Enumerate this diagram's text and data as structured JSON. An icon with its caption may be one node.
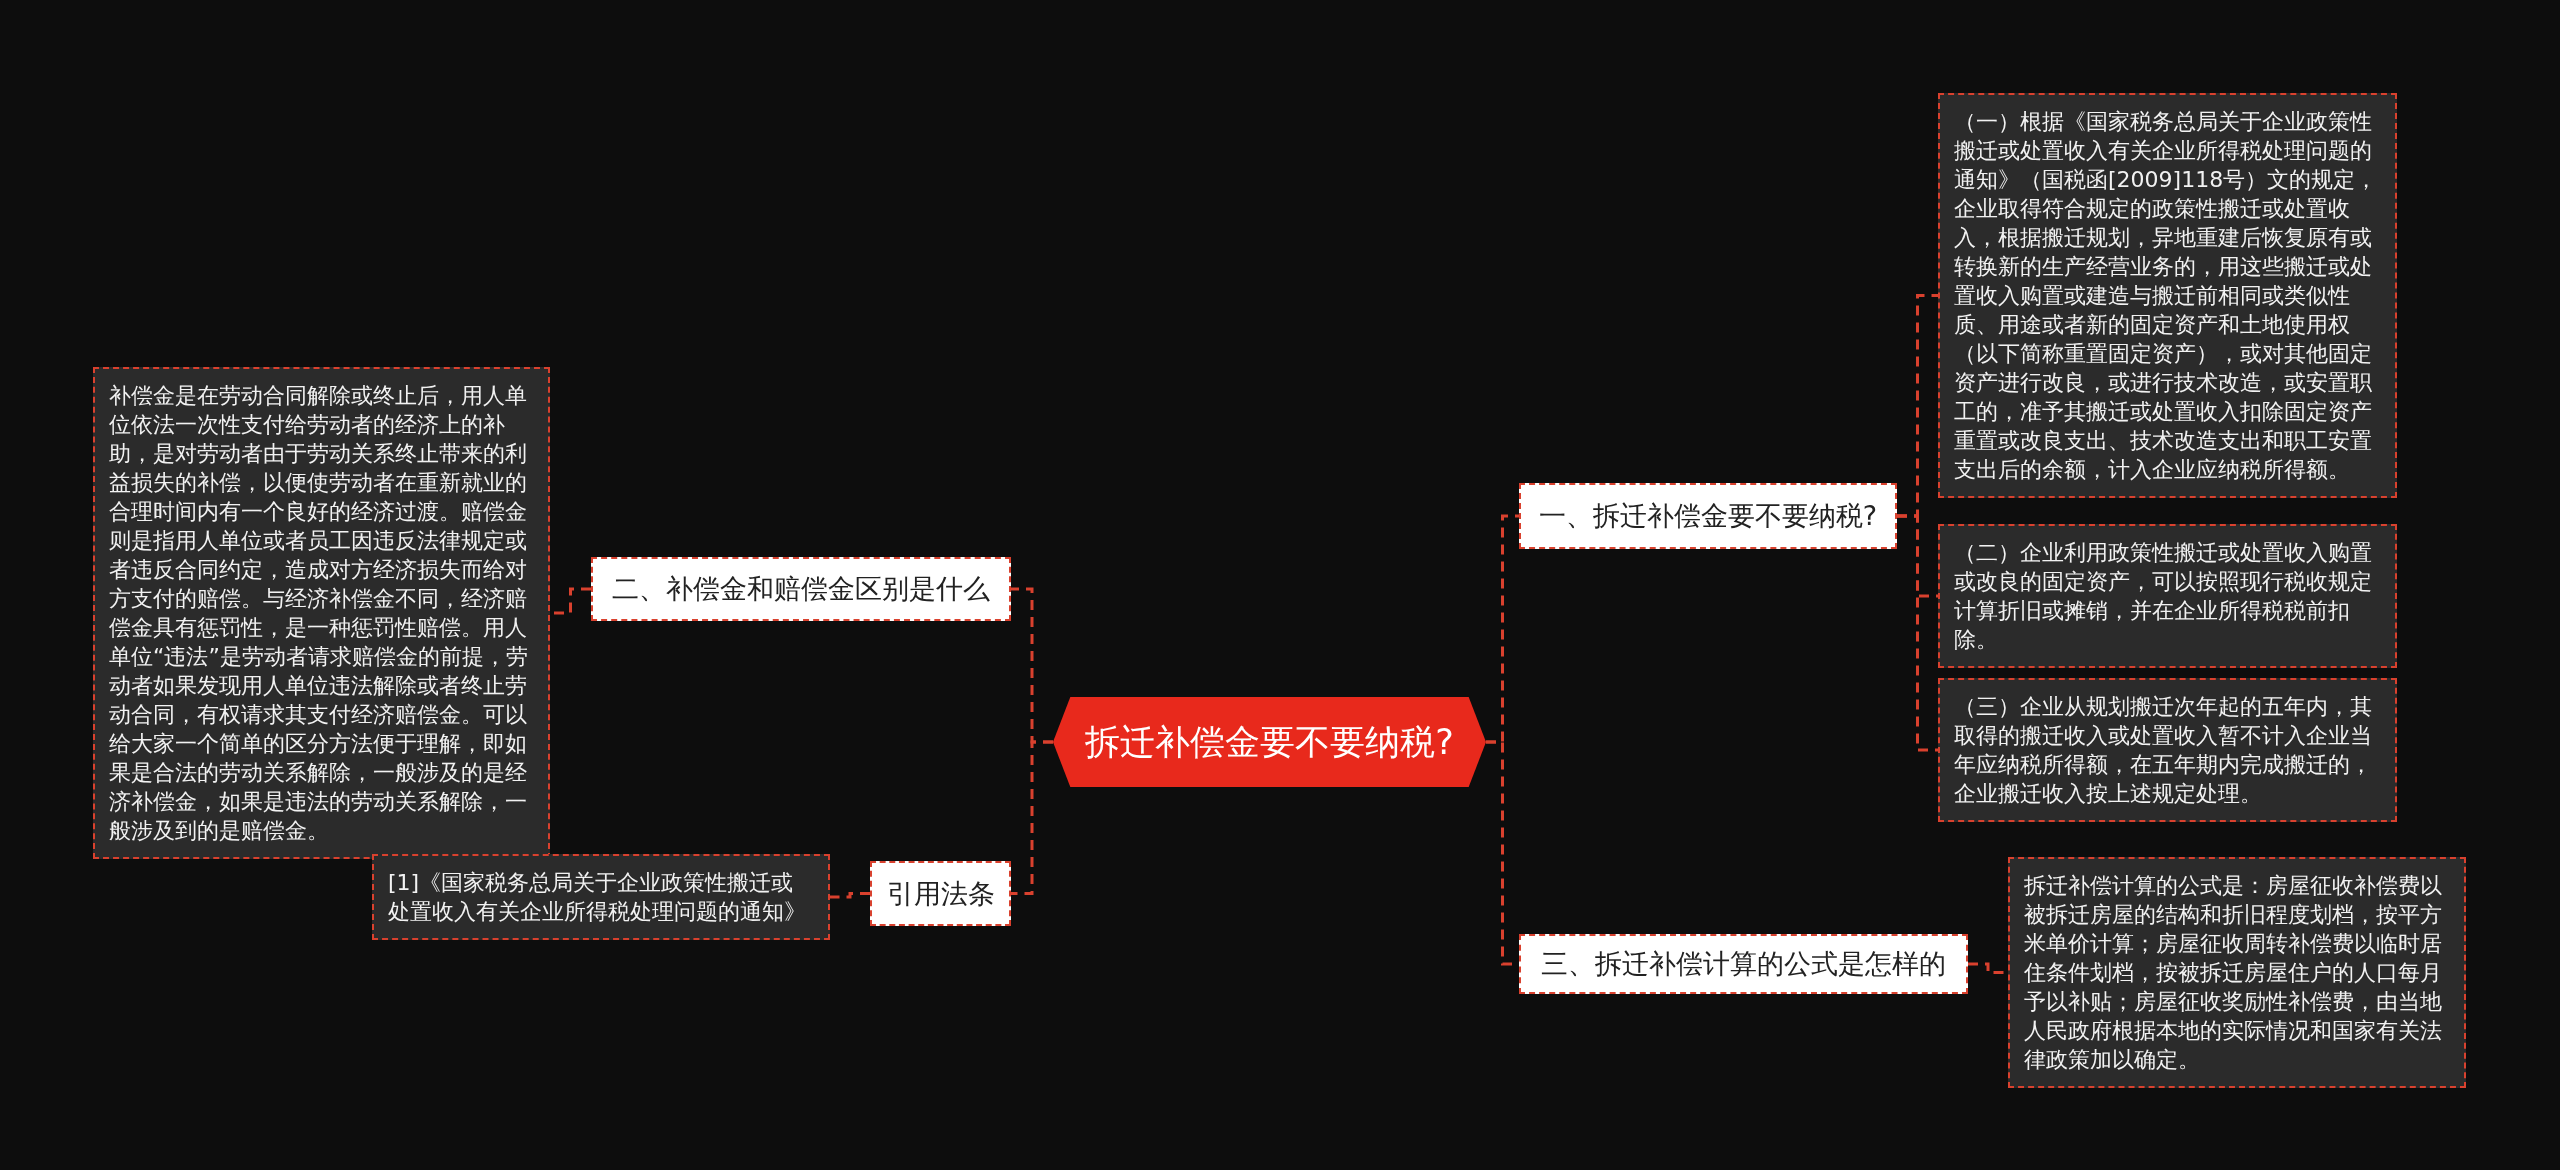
{
  "diagram": {
    "nodes": [
      {
        "text": [
          "拆迁补偿金要不要纳税?"
        ]
      },
      {
        "text": [
          "一、拆迁补偿金要不要纳税?"
        ]
      },
      {
        "text": [
          "（一）根据《国家税务总局关于企业政策性搬迁或处置收入有关企业所得税处理问题的通知》（国税函[2009]118号）文的规定，企业取得符合规定的政策性搬迁或处置收入，根据搬迁规划，异地重建后恢复原有或转换新的生产经营业务的，用这些搬迁或处置收入购置或建造与搬迁前相同或类似性质、用途或者新的固定资产和土地使用权（以下简称重置固定资产），或对其他固定资产进行改良，或进行技术改造，或安置职工的，准予其搬迁或处置收入扣除固定资产重置或改良支出、技术改造支出和职工安置支出后的余额，计入企业应纳税所得额。"
        ]
      },
      {
        "text": [
          "（二）企业利用政策性搬迁或处置收入购置或改良的固定资产，可以按照现行税收规定计算折旧或摊销，并在企业所得税税前扣除。"
        ]
      },
      {
        "text": [
          "（三）企业从规划搬迁次年起的五年内，其取得的搬迁收入或处置收入暂不计入企业当年应纳税所得额，在五年期内完成搬迁的，企业搬迁收入按上述规定处理。"
        ]
      },
      {
        "text": [
          "三、拆迁补偿计算的公式是怎样的"
        ]
      },
      {
        "text": [
          "拆迁补偿计算的公式是：房屋征收补偿费以被拆迁房屋的结构和折旧程度划档，按平方米单价计算；房屋征收周转补偿费以临时居住条件划档，按被拆迁房屋住户的人口每月予以补贴；房屋征收奖励性补偿费，由当地人民政府根据本地的实际情况和国家有关法律政策加以确定。"
        ]
      },
      {
        "text": [
          "二、补偿金和赔偿金区别是什么"
        ]
      },
      {
        "text": [
          "补偿金是在劳动合同解除或终止后，用人单位依法一次性支付给劳动者的经济上的补助，是对劳动者由于劳动关系终止带来的利益损失的补偿，以便使劳动者在重新就业的合理时间内有一个良好的经济过渡。赔偿金则是指用人单位或者员工因违反法律规定或者违反合同约定，造成对方经济损失而给对方支付的赔偿。与经济补偿金不同，经济赔偿金具有惩罚性，是一种惩罚性赔偿。用人单位“违法”是劳动者请求赔偿金的前提，劳动者如果发现用人单位违法解除或者终止劳动合同，有权请求其支付经济赔偿金。可以给大家一个简单的区分方法便于理解，即如果是合法的劳动关系解除，一般涉及的是经济补偿金，如果是违法的劳动关系解除，一般涉及到的是赔偿金。"
        ]
      },
      {
        "text": [
          "引用法条"
        ]
      },
      {
        "text": [
          "[1]《国家税务总局关于企业政策性搬迁或处置收入有关企业所得税处理问题的通知》"
        ]
      }
    ],
    "edges": [
      {
        "from": 0,
        "to": 1,
        "arrow": "none",
        "style": "dashed"
      },
      {
        "from": 0,
        "to": 5,
        "arrow": "none",
        "style": "dashed"
      },
      {
        "from": 0,
        "to": 7,
        "arrow": "none",
        "style": "dashed"
      },
      {
        "from": 0,
        "to": 9,
        "arrow": "none",
        "style": "dashed"
      },
      {
        "from": 1,
        "to": 2,
        "arrow": "none",
        "style": "dashed"
      },
      {
        "from": 1,
        "to": 3,
        "arrow": "none",
        "style": "dashed"
      },
      {
        "from": 1,
        "to": 4,
        "arrow": "none",
        "style": "dashed"
      },
      {
        "from": 5,
        "to": 6,
        "arrow": "none",
        "style": "dashed"
      },
      {
        "from": 7,
        "to": 8,
        "arrow": "none",
        "style": "dashed"
      },
      {
        "from": 9,
        "to": 10,
        "arrow": "none",
        "style": "dashed"
      }
    ]
  }
}
